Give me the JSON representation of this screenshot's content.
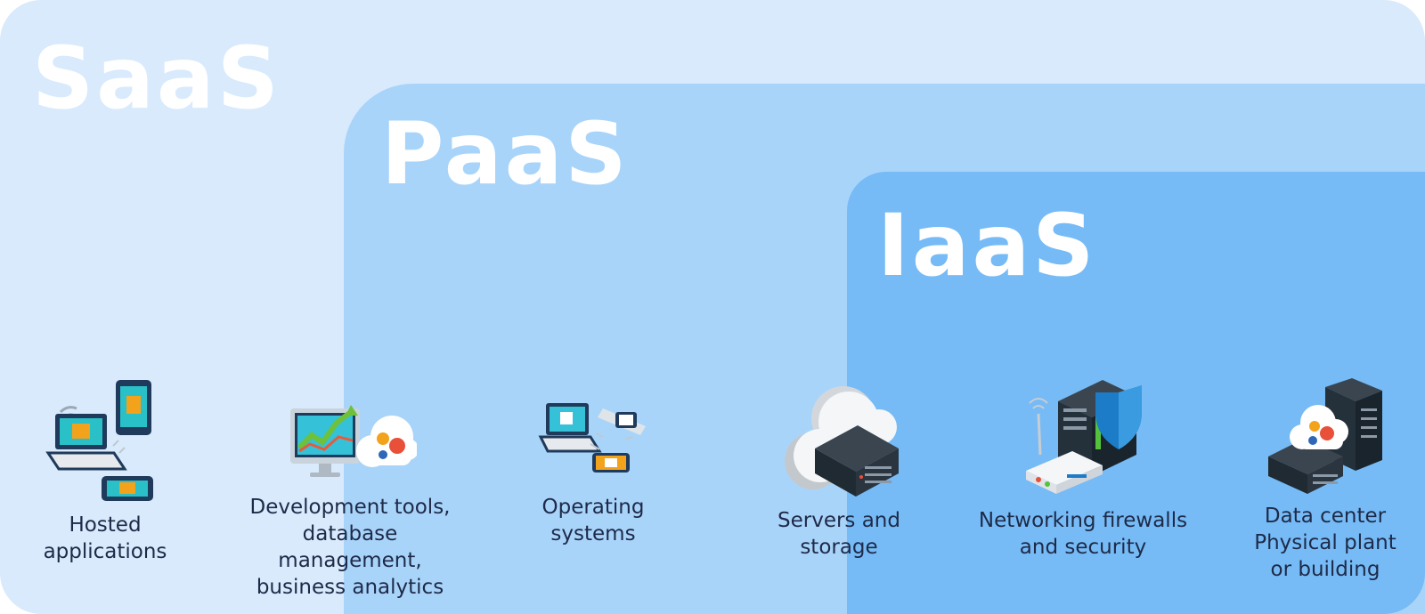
{
  "layers": {
    "saas": {
      "title": "SaaS",
      "color": "#d8eafc"
    },
    "paas": {
      "title": "PaaS",
      "color": "#a9d4fa"
    },
    "iaas": {
      "title": "IaaS",
      "color": "#76bbf6"
    }
  },
  "items": [
    {
      "id": "hosted-applications",
      "label": "Hosted\napplications",
      "icon": "devices-icon"
    },
    {
      "id": "development-tools",
      "label": "Development tools,\ndatabase management,\nbusiness analytics",
      "icon": "analytics-cloud-icon"
    },
    {
      "id": "operating-systems",
      "label": "Operating\nsystems",
      "icon": "os-devices-icon"
    },
    {
      "id": "servers-storage",
      "label": "Servers and\nstorage",
      "icon": "cloud-server-icon"
    },
    {
      "id": "networking-security",
      "label": "Networking firewalls\nand security",
      "icon": "firewall-router-icon"
    },
    {
      "id": "data-center",
      "label": "Data center\nPhysical plant\nor building",
      "icon": "datacenter-icon"
    }
  ]
}
